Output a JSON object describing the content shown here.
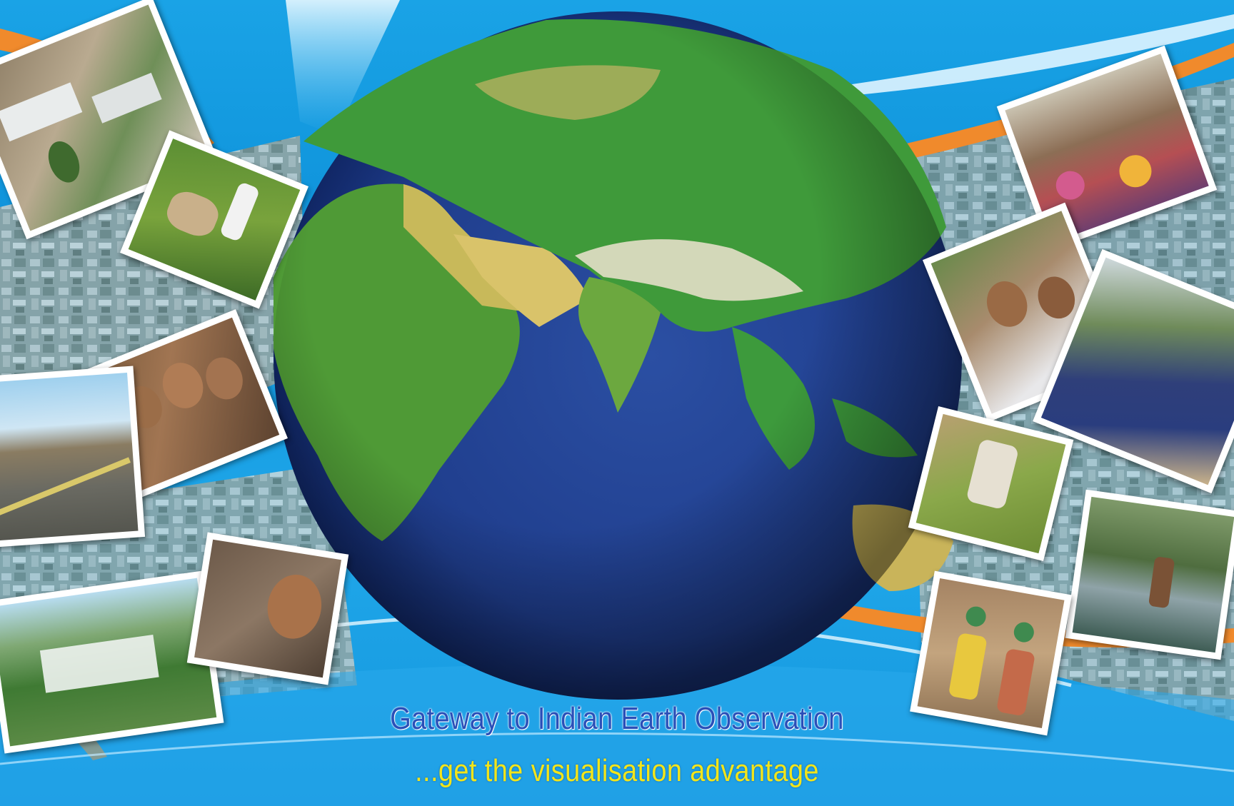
{
  "banner": {
    "headline": "Gateway to Indian Earth Observation",
    "tagline": "...get the visualisation advantage"
  },
  "colors": {
    "sky_blue": "#1aa3e6",
    "accent_orange": "#f08a2c",
    "headline_blue": "#2a4fb8",
    "tagline_yellow": "#f2e51a",
    "ocean": "#1f3d8c",
    "land_green": "#3f9a3a"
  },
  "photos": [
    {
      "name": "photo-flooded-buildings",
      "subject": "flooded buildings aerial"
    },
    {
      "name": "photo-farmer-plough",
      "subject": "farmer ploughing with bullocks"
    },
    {
      "name": "photo-children",
      "subject": "village children"
    },
    {
      "name": "photo-road",
      "subject": "hillside road"
    },
    {
      "name": "photo-waterfall",
      "subject": "waterfall in forest"
    },
    {
      "name": "photo-girl-water",
      "subject": "girl drinking water"
    },
    {
      "name": "photo-crowd-meeting",
      "subject": "village meeting crowd"
    },
    {
      "name": "photo-schoolchildren",
      "subject": "smiling schoolchildren"
    },
    {
      "name": "photo-river",
      "subject": "river aerial view"
    },
    {
      "name": "photo-woman-field",
      "subject": "woman working in field"
    },
    {
      "name": "photo-fisherman",
      "subject": "fisherman casting net"
    },
    {
      "name": "photo-women-pots",
      "subject": "women carrying water pots"
    }
  ]
}
